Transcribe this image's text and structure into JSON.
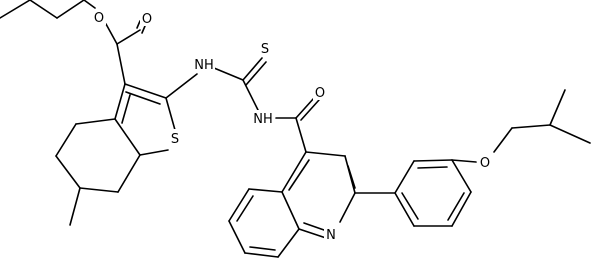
{
  "diagram": {
    "type": "chemical-structure",
    "atom_labels": {
      "ester_carbonyl_O": "O",
      "ester_O": "O",
      "thiophene_S": "S",
      "NH_thiourea_left": "NH",
      "thio_S": "S",
      "NH_amide": "NH",
      "amide_O": "O",
      "quinoline_N": "N",
      "ether_O": "O"
    }
  }
}
